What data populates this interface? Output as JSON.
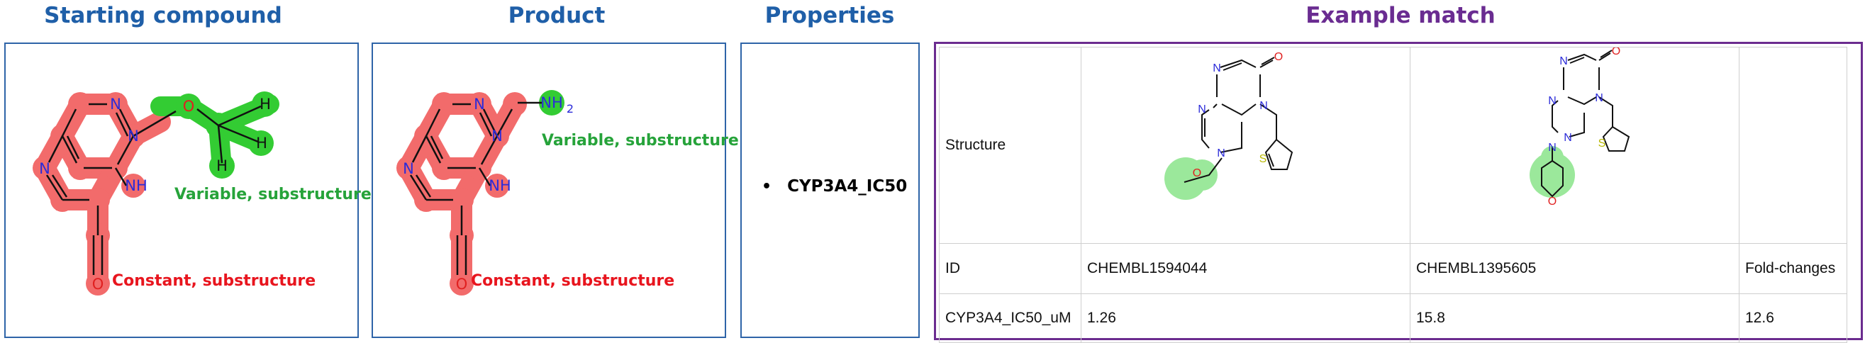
{
  "headers": {
    "starting": "Starting compound",
    "product": "Product",
    "properties": "Properties",
    "example": "Example match"
  },
  "starting_panel": {
    "variable_label": "Variable, substructure",
    "constant_label": "Constant, substructure",
    "atoms": {
      "n1": "N",
      "n2": "N",
      "n3": "N",
      "nh": "NH",
      "o_carbonyl": "O",
      "o_ether": "O",
      "h1": "H",
      "h2": "H",
      "h3": "H"
    }
  },
  "product_panel": {
    "variable_label": "Variable, substructure",
    "constant_label": "Constant, substructure",
    "atoms": {
      "n1": "N",
      "n2": "N",
      "n3": "N",
      "nh": "NH",
      "o_carbonyl": "O",
      "nh2_n": "NH",
      "nh2_sub": "2"
    }
  },
  "properties_panel": {
    "items": [
      "CYP3A4_IC50"
    ]
  },
  "example_table": {
    "row_structure_label": "Structure",
    "row_id_label": "ID",
    "row_prop_label": "CYP3A4_IC50_uM",
    "compound_a": {
      "id": "CHEMBL1594044",
      "value": "1.26"
    },
    "compound_b": {
      "id": "CHEMBL1395605",
      "value": "15.8"
    },
    "fold_header": "Fold-changes",
    "fold_value": "12.6",
    "atoms_a": {
      "n1": "N",
      "n2": "N",
      "n3": "N",
      "n4": "N",
      "o1": "O",
      "o2": "O",
      "s": "S"
    },
    "atoms_b": {
      "n1": "N",
      "n2": "N",
      "n3": "N",
      "n4": "N",
      "n5": "N",
      "o1": "O",
      "o2": "O",
      "s": "S"
    }
  },
  "colors": {
    "header_blue": "#1f5fa8",
    "header_purple": "#6a2c91",
    "constant_highlight": "#f26b6b",
    "variable_highlight": "#33cc33",
    "match_highlight": "#9be89b",
    "label_green": "#26a33a",
    "label_red": "#e8151e",
    "atom_nitrogen": "#2b2bd9",
    "atom_oxygen": "#e02020",
    "atom_sulfur": "#b8b800"
  }
}
